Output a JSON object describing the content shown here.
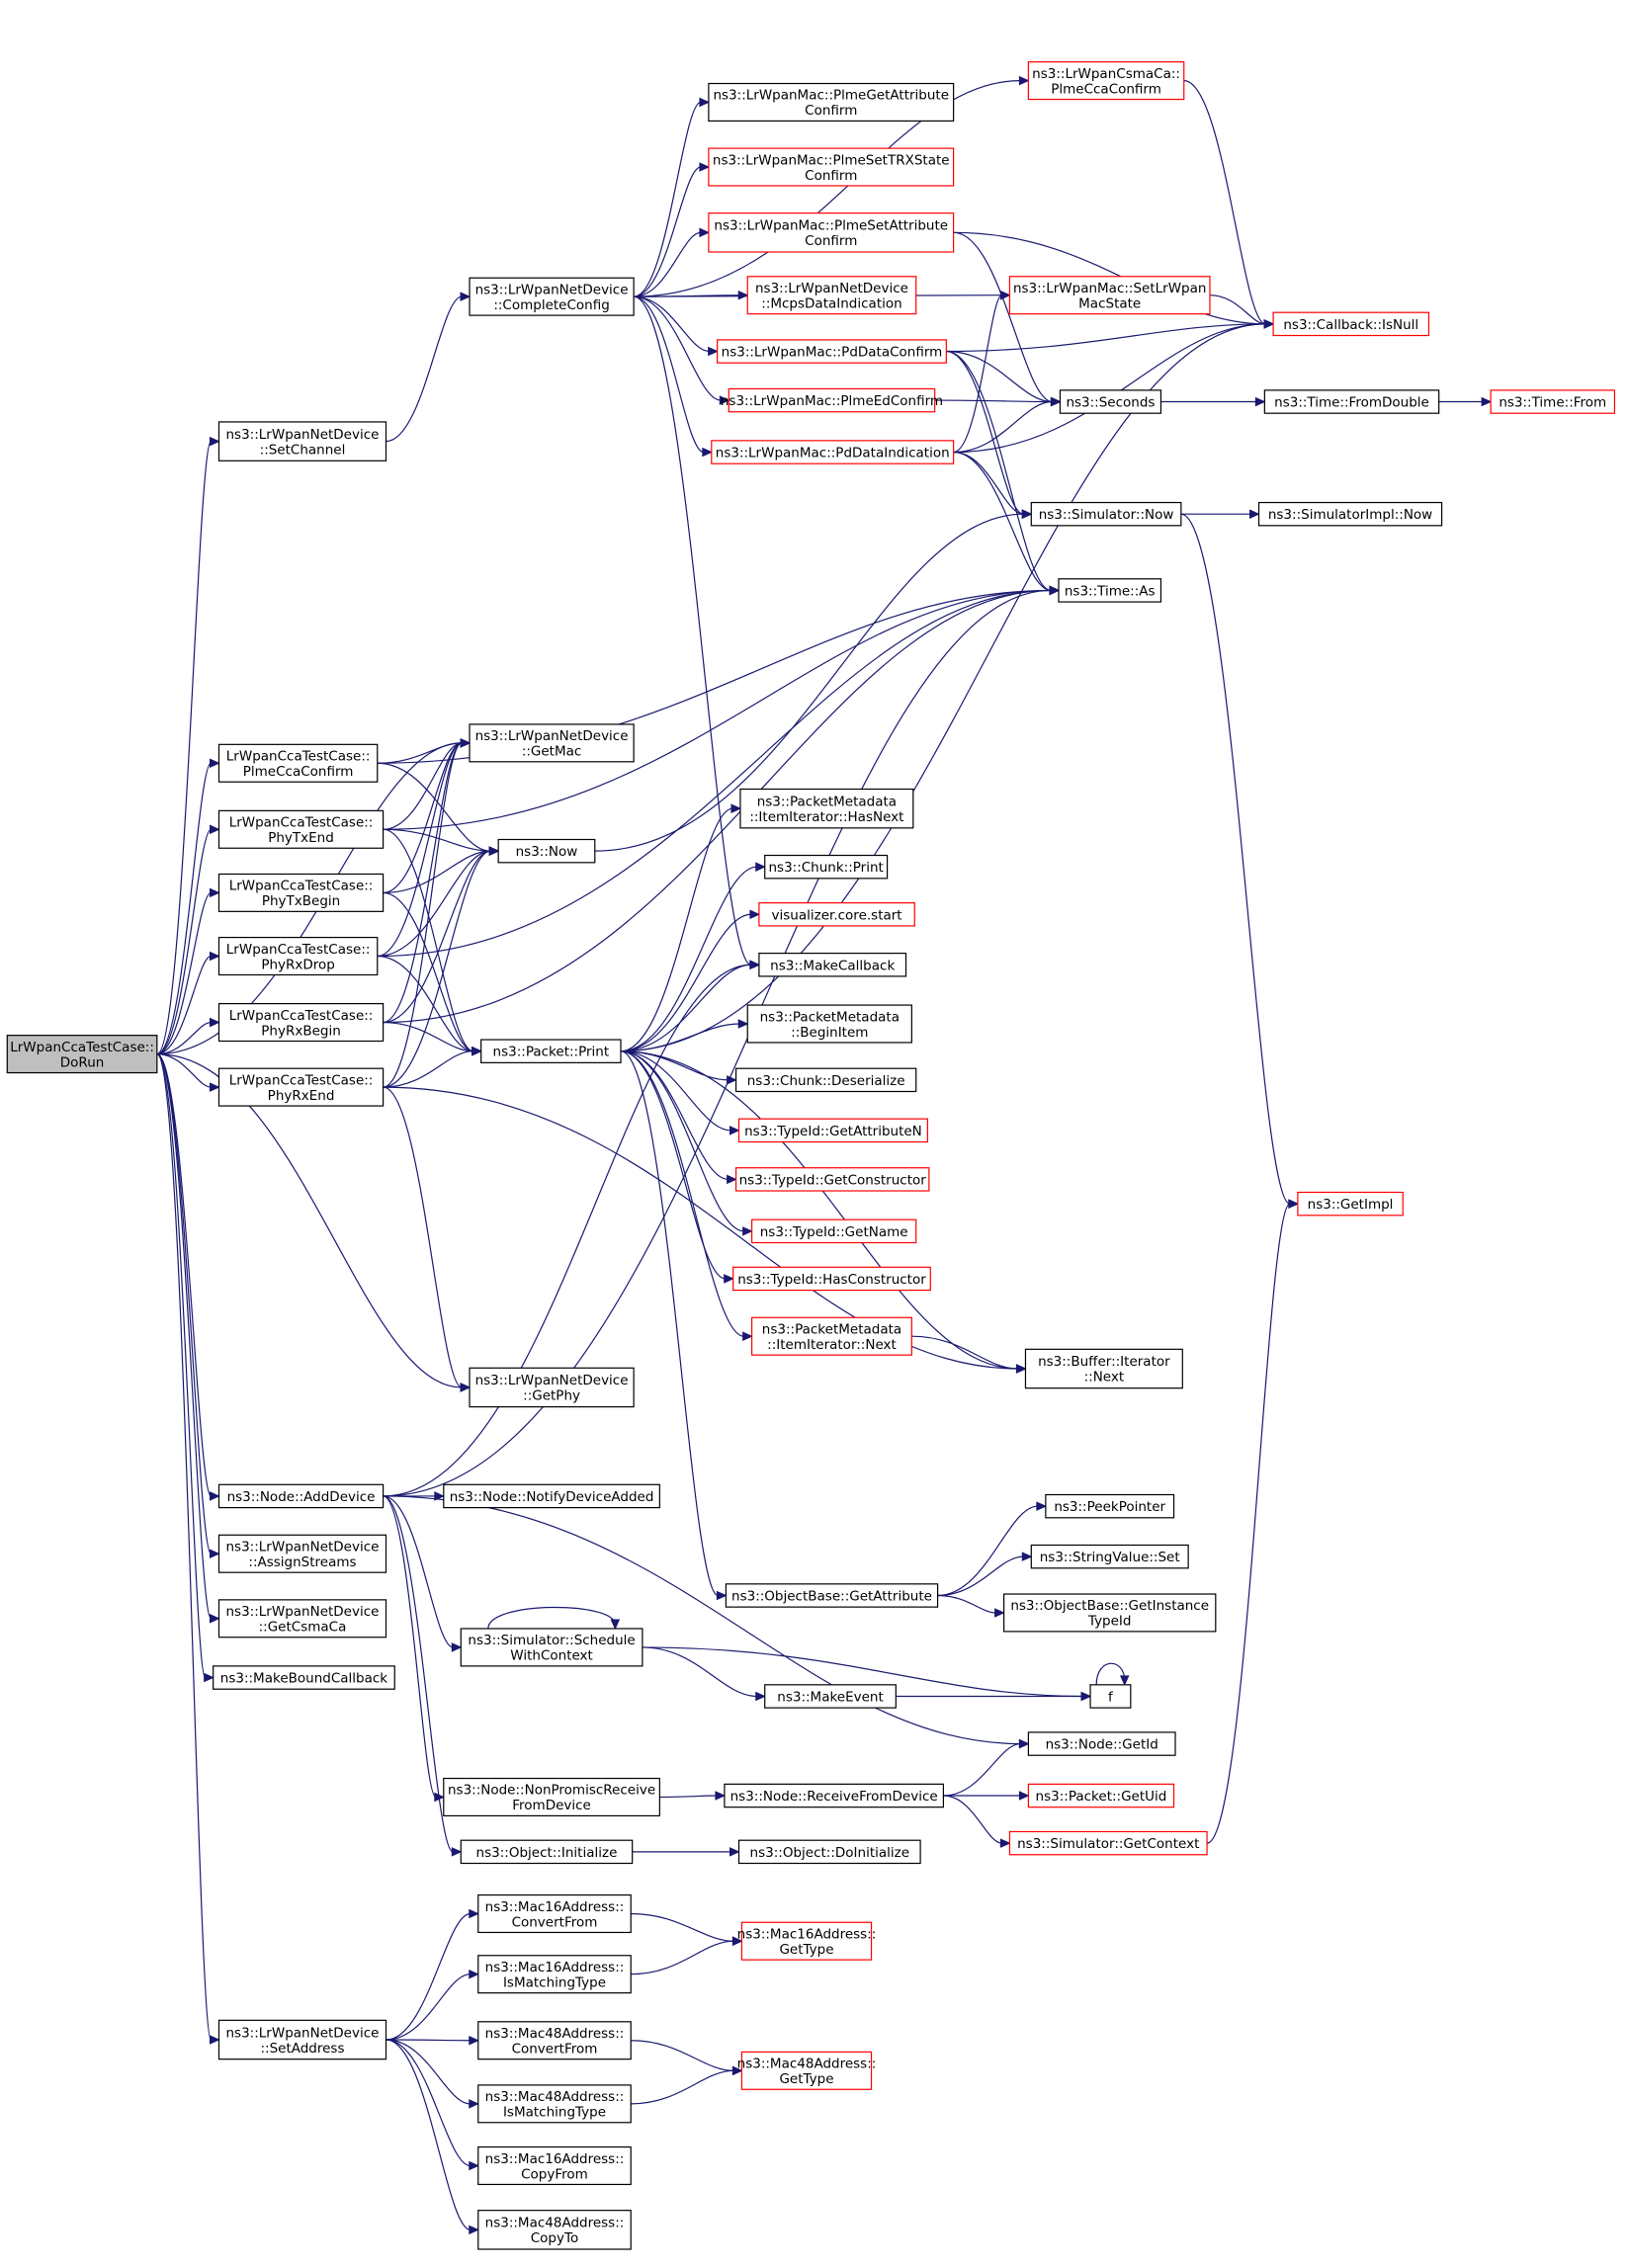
{
  "nodes": [
    {
      "id": "doRun",
      "lines": [
        "LrWpanCcaTestCase::",
        "DoRun"
      ],
      "style": "root"
    },
    {
      "id": "setChannel",
      "lines": [
        "ns3::LrWpanNetDevice",
        "::SetChannel"
      ],
      "style": "black"
    },
    {
      "id": "plmeCcaConfirmTC",
      "lines": [
        "LrWpanCcaTestCase::",
        "PlmeCcaConfirm"
      ],
      "style": "black"
    },
    {
      "id": "phyTxEnd",
      "lines": [
        "LrWpanCcaTestCase::",
        "PhyTxEnd"
      ],
      "style": "black"
    },
    {
      "id": "phyTxBegin",
      "lines": [
        "LrWpanCcaTestCase::",
        "PhyTxBegin"
      ],
      "style": "black"
    },
    {
      "id": "phyRxDrop",
      "lines": [
        "LrWpanCcaTestCase::",
        "PhyRxDrop"
      ],
      "style": "black"
    },
    {
      "id": "phyRxBegin",
      "lines": [
        "LrWpanCcaTestCase::",
        "PhyRxBegin"
      ],
      "style": "black"
    },
    {
      "id": "phyRxEnd",
      "lines": [
        "LrWpanCcaTestCase::",
        "PhyRxEnd"
      ],
      "style": "black"
    },
    {
      "id": "addDevice",
      "lines": [
        "ns3::Node::AddDevice"
      ],
      "style": "black"
    },
    {
      "id": "assignStreams",
      "lines": [
        "ns3::LrWpanNetDevice",
        "::AssignStreams"
      ],
      "style": "black"
    },
    {
      "id": "getCsmaCa",
      "lines": [
        "ns3::LrWpanNetDevice",
        "::GetCsmaCa"
      ],
      "style": "black"
    },
    {
      "id": "makeBoundCallback",
      "lines": [
        "ns3::MakeBoundCallback"
      ],
      "style": "black"
    },
    {
      "id": "setAddress",
      "lines": [
        "ns3::LrWpanNetDevice",
        "::SetAddress"
      ],
      "style": "black"
    },
    {
      "id": "completeConfig",
      "lines": [
        "ns3::LrWpanNetDevice",
        "::CompleteConfig"
      ],
      "style": "black"
    },
    {
      "id": "getMac",
      "lines": [
        "ns3::LrWpanNetDevice",
        "::GetMac"
      ],
      "style": "black"
    },
    {
      "id": "now",
      "lines": [
        "ns3::Now"
      ],
      "style": "black"
    },
    {
      "id": "packetPrint",
      "lines": [
        "ns3::Packet::Print"
      ],
      "style": "black"
    },
    {
      "id": "getPhy",
      "lines": [
        "ns3::LrWpanNetDevice",
        "::GetPhy"
      ],
      "style": "black"
    },
    {
      "id": "notifyDeviceAdded",
      "lines": [
        "ns3::Node::NotifyDeviceAdded"
      ],
      "style": "black"
    },
    {
      "id": "scheduleWithContext",
      "lines": [
        "ns3::Simulator::Schedule",
        "WithContext"
      ],
      "style": "black"
    },
    {
      "id": "nonPromisc",
      "lines": [
        "ns3::Node::NonPromiscReceive",
        "FromDevice"
      ],
      "style": "black"
    },
    {
      "id": "objInitialize",
      "lines": [
        "ns3::Object::Initialize"
      ],
      "style": "black"
    },
    {
      "id": "m16ConvertFrom",
      "lines": [
        "ns3::Mac16Address::",
        "ConvertFrom"
      ],
      "style": "black"
    },
    {
      "id": "m16IsMatching",
      "lines": [
        "ns3::Mac16Address::",
        "IsMatchingType"
      ],
      "style": "black"
    },
    {
      "id": "m48ConvertFrom",
      "lines": [
        "ns3::Mac48Address::",
        "ConvertFrom"
      ],
      "style": "black"
    },
    {
      "id": "m48IsMatching",
      "lines": [
        "ns3::Mac48Address::",
        "IsMatchingType"
      ],
      "style": "black"
    },
    {
      "id": "m16CopyFrom",
      "lines": [
        "ns3::Mac16Address::",
        "CopyFrom"
      ],
      "style": "black"
    },
    {
      "id": "m48CopyTo",
      "lines": [
        "ns3::Mac48Address::",
        "CopyTo"
      ],
      "style": "black"
    },
    {
      "id": "plmeGetAttr",
      "lines": [
        "ns3::LrWpanMac::PlmeGetAttribute",
        "Confirm"
      ],
      "style": "black"
    },
    {
      "id": "plmeSetTRX",
      "lines": [
        "ns3::LrWpanMac::PlmeSetTRXState",
        "Confirm"
      ],
      "style": "red"
    },
    {
      "id": "plmeSetAttr",
      "lines": [
        "ns3::LrWpanMac::PlmeSetAttribute",
        "Confirm"
      ],
      "style": "red"
    },
    {
      "id": "mcpsData",
      "lines": [
        "ns3::LrWpanNetDevice",
        "::McpsDataIndication"
      ],
      "style": "red"
    },
    {
      "id": "pdDataConfirm",
      "lines": [
        "ns3::LrWpanMac::PdDataConfirm"
      ],
      "style": "red"
    },
    {
      "id": "plmeEdConfirm",
      "lines": [
        "ns3::LrWpanMac::PlmeEdConfirm"
      ],
      "style": "red"
    },
    {
      "id": "pdDataIndication",
      "lines": [
        "ns3::LrWpanMac::PdDataIndication"
      ],
      "style": "red"
    },
    {
      "id": "pktItemHasNext",
      "lines": [
        "ns3::PacketMetadata",
        "::ItemIterator::HasNext"
      ],
      "style": "black"
    },
    {
      "id": "chunkPrint",
      "lines": [
        "ns3::Chunk::Print"
      ],
      "style": "black"
    },
    {
      "id": "vizStart",
      "lines": [
        "visualizer.core.start"
      ],
      "style": "red"
    },
    {
      "id": "makeCallback",
      "lines": [
        "ns3::MakeCallback"
      ],
      "style": "black"
    },
    {
      "id": "pktBeginItem",
      "lines": [
        "ns3::PacketMetadata",
        "::BeginItem"
      ],
      "style": "black"
    },
    {
      "id": "chunkDeserialize",
      "lines": [
        "ns3::Chunk::Deserialize"
      ],
      "style": "black"
    },
    {
      "id": "tidGetAttrN",
      "lines": [
        "ns3::TypeId::GetAttributeN"
      ],
      "style": "red"
    },
    {
      "id": "tidGetCtor",
      "lines": [
        "ns3::TypeId::GetConstructor"
      ],
      "style": "red"
    },
    {
      "id": "tidGetName",
      "lines": [
        "ns3::TypeId::GetName"
      ],
      "style": "red"
    },
    {
      "id": "tidHasCtor",
      "lines": [
        "ns3::TypeId::HasConstructor"
      ],
      "style": "red"
    },
    {
      "id": "pktItemNext",
      "lines": [
        "ns3::PacketMetadata",
        "::ItemIterator::Next"
      ],
      "style": "red"
    },
    {
      "id": "objGetAttr",
      "lines": [
        "ns3::ObjectBase::GetAttribute"
      ],
      "style": "black"
    },
    {
      "id": "makeEvent",
      "lines": [
        "ns3::MakeEvent"
      ],
      "style": "black"
    },
    {
      "id": "recvFromDevice",
      "lines": [
        "ns3::Node::ReceiveFromDevice"
      ],
      "style": "black"
    },
    {
      "id": "objDoInit",
      "lines": [
        "ns3::Object::DoInitialize"
      ],
      "style": "black"
    },
    {
      "id": "m16GetType",
      "lines": [
        "ns3::Mac16Address::",
        "GetType"
      ],
      "style": "red"
    },
    {
      "id": "m48GetType",
      "lines": [
        "ns3::Mac48Address::",
        "GetType"
      ],
      "style": "red"
    },
    {
      "id": "csmaCcaConfirm",
      "lines": [
        "ns3::LrWpanCsmaCa::",
        "PlmeCcaConfirm"
      ],
      "style": "red"
    },
    {
      "id": "setLrWpanMacState",
      "lines": [
        "ns3::LrWpanMac::SetLrWpan",
        "MacState"
      ],
      "style": "red"
    },
    {
      "id": "seconds",
      "lines": [
        "ns3::Seconds"
      ],
      "style": "black"
    },
    {
      "id": "simNow",
      "lines": [
        "ns3::Simulator::Now"
      ],
      "style": "black"
    },
    {
      "id": "timeAs",
      "lines": [
        "ns3::Time::As"
      ],
      "style": "black"
    },
    {
      "id": "bufIterNext",
      "lines": [
        "ns3::Buffer::Iterator",
        "::Next"
      ],
      "style": "black"
    },
    {
      "id": "peekPointer",
      "lines": [
        "ns3::PeekPointer"
      ],
      "style": "black"
    },
    {
      "id": "strValueSet",
      "lines": [
        "ns3::StringValue::Set"
      ],
      "style": "black"
    },
    {
      "id": "objGetInstTid",
      "lines": [
        "ns3::ObjectBase::GetInstance",
        "TypeId"
      ],
      "style": "black"
    },
    {
      "id": "f",
      "lines": [
        "f"
      ],
      "style": "black"
    },
    {
      "id": "nodeGetId",
      "lines": [
        "ns3::Node::GetId"
      ],
      "style": "black"
    },
    {
      "id": "pktGetUid",
      "lines": [
        "ns3::Packet::GetUid"
      ],
      "style": "red"
    },
    {
      "id": "simGetContext",
      "lines": [
        "ns3::Simulator::GetContext"
      ],
      "style": "red"
    },
    {
      "id": "callbackIsNull",
      "lines": [
        "ns3::Callback::IsNull"
      ],
      "style": "red"
    },
    {
      "id": "timeFromDouble",
      "lines": [
        "ns3::Time::FromDouble"
      ],
      "style": "black"
    },
    {
      "id": "simImplNow",
      "lines": [
        "ns3::SimulatorImpl::Now"
      ],
      "style": "black"
    },
    {
      "id": "getImpl",
      "lines": [
        "ns3::GetImpl"
      ],
      "style": "red"
    },
    {
      "id": "timeFrom",
      "lines": [
        "ns3::Time::From"
      ],
      "style": "red"
    }
  ],
  "edges": [
    [
      "doRun",
      "setChannel"
    ],
    [
      "doRun",
      "getMac"
    ],
    [
      "doRun",
      "plmeCcaConfirmTC"
    ],
    [
      "doRun",
      "phyTxEnd"
    ],
    [
      "doRun",
      "phyTxBegin"
    ],
    [
      "doRun",
      "phyRxDrop"
    ],
    [
      "doRun",
      "phyRxBegin"
    ],
    [
      "doRun",
      "phyRxEnd"
    ],
    [
      "doRun",
      "getPhy"
    ],
    [
      "doRun",
      "addDevice"
    ],
    [
      "doRun",
      "assignStreams"
    ],
    [
      "doRun",
      "getCsmaCa"
    ],
    [
      "doRun",
      "makeBoundCallback"
    ],
    [
      "doRun",
      "setAddress"
    ],
    [
      "setChannel",
      "completeConfig"
    ],
    [
      "completeConfig",
      "csmaCcaConfirm"
    ],
    [
      "completeConfig",
      "plmeGetAttr"
    ],
    [
      "completeConfig",
      "plmeSetTRX"
    ],
    [
      "completeConfig",
      "plmeSetAttr"
    ],
    [
      "completeConfig",
      "mcpsData"
    ],
    [
      "completeConfig",
      "pdDataConfirm"
    ],
    [
      "completeConfig",
      "plmeEdConfirm"
    ],
    [
      "completeConfig",
      "pdDataIndication"
    ],
    [
      "completeConfig",
      "setLrWpanMacState"
    ],
    [
      "completeConfig",
      "makeCallback"
    ],
    [
      "plmeCcaConfirmTC",
      "getMac"
    ],
    [
      "plmeCcaConfirmTC",
      "now"
    ],
    [
      "plmeCcaConfirmTC",
      "timeAs"
    ],
    [
      "phyTxEnd",
      "getMac"
    ],
    [
      "phyTxEnd",
      "now"
    ],
    [
      "phyTxEnd",
      "packetPrint"
    ],
    [
      "phyTxEnd",
      "timeAs"
    ],
    [
      "phyTxBegin",
      "getMac"
    ],
    [
      "phyTxBegin",
      "now"
    ],
    [
      "phyTxBegin",
      "packetPrint"
    ],
    [
      "phyRxDrop",
      "getMac"
    ],
    [
      "phyRxDrop",
      "now"
    ],
    [
      "phyRxDrop",
      "packetPrint"
    ],
    [
      "phyRxDrop",
      "timeAs"
    ],
    [
      "phyRxBegin",
      "getMac"
    ],
    [
      "phyRxBegin",
      "now"
    ],
    [
      "phyRxBegin",
      "packetPrint"
    ],
    [
      "phyRxBegin",
      "timeAs"
    ],
    [
      "phyRxEnd",
      "getMac"
    ],
    [
      "phyRxEnd",
      "now"
    ],
    [
      "phyRxEnd",
      "packetPrint"
    ],
    [
      "phyRxEnd",
      "getPhy"
    ],
    [
      "phyRxEnd",
      "bufIterNext"
    ],
    [
      "now",
      "simNow"
    ],
    [
      "packetPrint",
      "pktItemHasNext"
    ],
    [
      "packetPrint",
      "chunkPrint"
    ],
    [
      "packetPrint",
      "vizStart"
    ],
    [
      "packetPrint",
      "makeCallback"
    ],
    [
      "packetPrint",
      "pktBeginItem"
    ],
    [
      "packetPrint",
      "chunkDeserialize"
    ],
    [
      "packetPrint",
      "tidGetAttrN"
    ],
    [
      "packetPrint",
      "tidGetCtor"
    ],
    [
      "packetPrint",
      "tidGetName"
    ],
    [
      "packetPrint",
      "tidHasCtor"
    ],
    [
      "packetPrint",
      "pktItemNext"
    ],
    [
      "packetPrint",
      "bufIterNext"
    ],
    [
      "packetPrint",
      "objGetAttr"
    ],
    [
      "packetPrint",
      "callbackIsNull"
    ],
    [
      "pktItemNext",
      "bufIterNext"
    ],
    [
      "addDevice",
      "notifyDeviceAdded"
    ],
    [
      "addDevice",
      "scheduleWithContext"
    ],
    [
      "addDevice",
      "nonPromisc"
    ],
    [
      "addDevice",
      "objInitialize"
    ],
    [
      "addDevice",
      "nodeGetId"
    ],
    [
      "addDevice",
      "makeCallback"
    ],
    [
      "addDevice",
      "timeAs"
    ],
    [
      "scheduleWithContext",
      "scheduleWithContext"
    ],
    [
      "scheduleWithContext",
      "makeEvent"
    ],
    [
      "scheduleWithContext",
      "f"
    ],
    [
      "makeEvent",
      "f"
    ],
    [
      "f",
      "f"
    ],
    [
      "nonPromisc",
      "recvFromDevice"
    ],
    [
      "recvFromDevice",
      "nodeGetId"
    ],
    [
      "recvFromDevice",
      "pktGetUid"
    ],
    [
      "recvFromDevice",
      "simGetContext"
    ],
    [
      "simGetContext",
      "getImpl"
    ],
    [
      "objInitialize",
      "objDoInit"
    ],
    [
      "objGetAttr",
      "peekPointer"
    ],
    [
      "objGetAttr",
      "strValueSet"
    ],
    [
      "objGetAttr",
      "objGetInstTid"
    ],
    [
      "setAddress",
      "m16ConvertFrom"
    ],
    [
      "setAddress",
      "m16IsMatching"
    ],
    [
      "setAddress",
      "m48ConvertFrom"
    ],
    [
      "setAddress",
      "m48IsMatching"
    ],
    [
      "setAddress",
      "m16CopyFrom"
    ],
    [
      "setAddress",
      "m48CopyTo"
    ],
    [
      "m16ConvertFrom",
      "m16GetType"
    ],
    [
      "m16IsMatching",
      "m16GetType"
    ],
    [
      "m48ConvertFrom",
      "m48GetType"
    ],
    [
      "m48IsMatching",
      "m48GetType"
    ],
    [
      "plmeSetAttr",
      "seconds"
    ],
    [
      "plmeSetAttr",
      "callbackIsNull"
    ],
    [
      "pdDataConfirm",
      "callbackIsNull"
    ],
    [
      "pdDataConfirm",
      "seconds"
    ],
    [
      "pdDataConfirm",
      "simNow"
    ],
    [
      "pdDataConfirm",
      "timeAs"
    ],
    [
      "plmeEdConfirm",
      "seconds"
    ],
    [
      "pdDataIndication",
      "setLrWpanMacState"
    ],
    [
      "pdDataIndication",
      "seconds"
    ],
    [
      "pdDataIndication",
      "simNow"
    ],
    [
      "pdDataIndication",
      "timeAs"
    ],
    [
      "pdDataIndication",
      "callbackIsNull"
    ],
    [
      "csmaCcaConfirm",
      "callbackIsNull"
    ],
    [
      "setLrWpanMacState",
      "callbackIsNull"
    ],
    [
      "seconds",
      "timeFromDouble"
    ],
    [
      "timeFromDouble",
      "timeFrom"
    ],
    [
      "simNow",
      "simImplNow"
    ],
    [
      "simNow",
      "getImpl"
    ]
  ]
}
